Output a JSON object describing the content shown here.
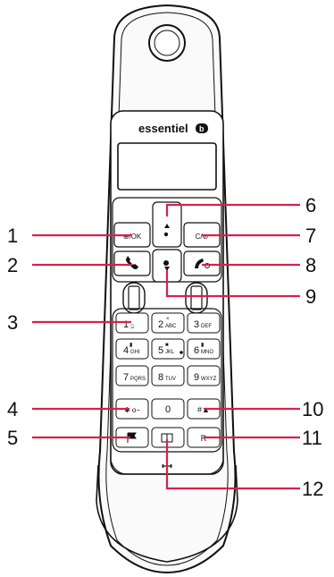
{
  "brand": "essentiel",
  "brand_mark": "b",
  "keys": {
    "menu_ok": "⊕/OK",
    "clear_mute": "C/⊘",
    "digits": [
      {
        "num": "1",
        "sub": "⎐"
      },
      {
        "num": "2",
        "sub": "ABC",
        "sup": "×"
      },
      {
        "num": "3",
        "sub": "DEF"
      },
      {
        "num": "4",
        "sub": "GHI",
        "sup": "▮"
      },
      {
        "num": "5",
        "sub": "JKL",
        "sup": "■"
      },
      {
        "num": "6",
        "sub": "MNO",
        "sup": "▮"
      },
      {
        "num": "7",
        "sub": "PQRS"
      },
      {
        "num": "8",
        "sub": "TUV"
      },
      {
        "num": "9",
        "sub": "WXYZ"
      }
    ],
    "star": "✱ o−",
    "zero": "0",
    "hash": "#▲",
    "intercom": "▬",
    "phonebook": "⎓",
    "recall": "R"
  },
  "callouts": {
    "left": [
      "1",
      "2",
      "3",
      "4",
      "5"
    ],
    "right": [
      "6",
      "7",
      "8",
      "9",
      "10",
      "11",
      "12"
    ]
  }
}
